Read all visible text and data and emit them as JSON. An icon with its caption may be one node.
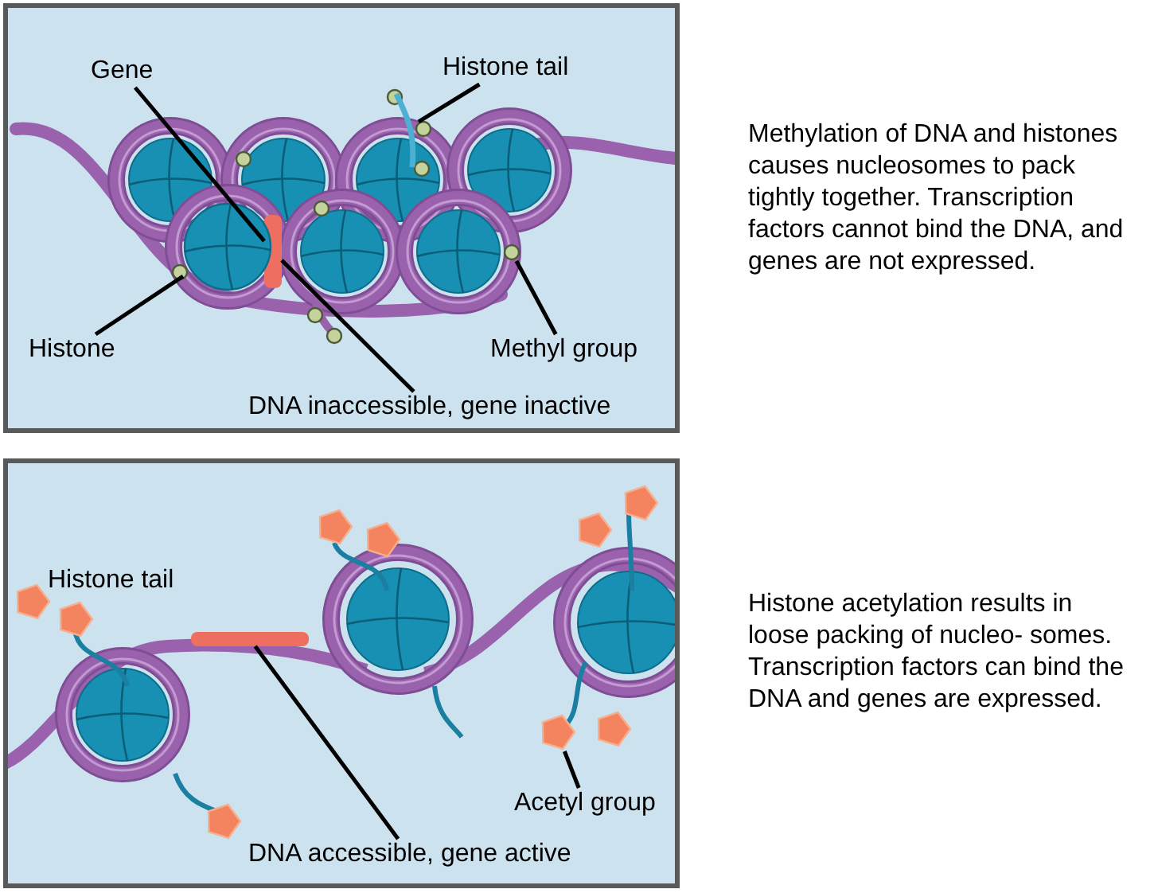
{
  "diagram": {
    "nodes": [
      {
        "text": [],
        "shape": "box",
        "beside": [
          "Methylation of DNA and histones causes nucleosomes to pack tightly together. Transcription factors cannot bind the DNA, and genes are not expressed."
        ]
      },
      {
        "text": [
          "Gene"
        ],
        "in": 0
      },
      {
        "text": [
          "Histone tail"
        ],
        "in": 0
      },
      {
        "text": [
          "Histone"
        ],
        "in": 0
      },
      {
        "text": [
          "DNA inaccessible, gene inactive"
        ],
        "in": 0
      },
      {
        "text": [
          "Methyl group"
        ],
        "in": 0
      },
      {
        "text": [],
        "shape": "bar",
        "in": 0
      },
      {
        "text": [],
        "shape": "picture",
        "in": 0
      },
      {
        "text": [],
        "shape": "circle",
        "in": 0
      },
      {
        "text": [],
        "shape": "circle",
        "in": 0
      },
      {
        "text": [],
        "shape": "box",
        "beside": [
          "Histone acetylation results in loose packing of nucleo- somes. Transcription factors can bind the DNA and genes are expressed."
        ]
      },
      {
        "text": [
          "Histone tail"
        ],
        "in": 10
      },
      {
        "text": [
          "Acetyl group"
        ],
        "in": 10
      },
      {
        "text": [
          "DNA accessible, gene active"
        ],
        "in": 10
      },
      {
        "text": [],
        "shape": "picture",
        "in": 10
      },
      {
        "text": [],
        "shape": "bar",
        "in": 10
      }
    ],
    "edges": [
      {
        "from": 1,
        "to": 6,
        "arrow": "none"
      },
      {
        "from": 2,
        "to": 7,
        "arrow": "none"
      },
      {
        "from": 3,
        "to": 8,
        "arrow": "none"
      },
      {
        "from": 4,
        "to": 6,
        "arrow": "none"
      },
      {
        "from": 5,
        "to": 9,
        "arrow": "none"
      },
      {
        "from": 12,
        "to": 14,
        "arrow": "none"
      },
      {
        "from": 13,
        "to": 15,
        "arrow": "none"
      }
    ]
  }
}
